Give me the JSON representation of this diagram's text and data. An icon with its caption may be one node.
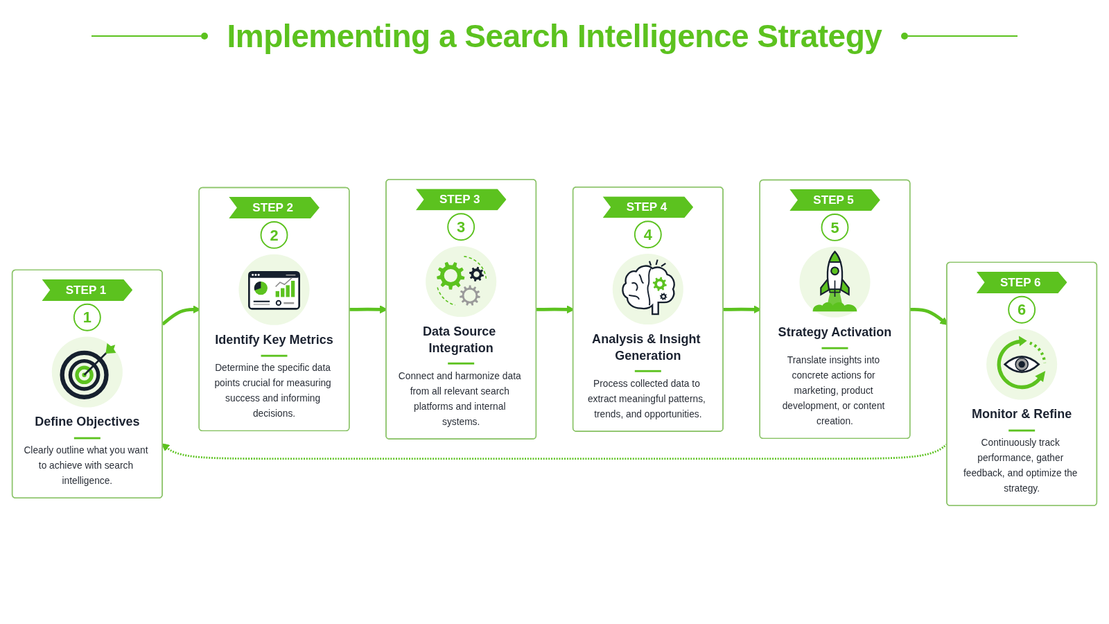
{
  "diagram": {
    "title": "Implementing a Search Intelligence Strategy",
    "nodes": [
      {
        "text": [
          "STEP 1",
          "1",
          "Define Objectives",
          "Clearly outline what you want to achieve with search intelligence."
        ]
      },
      {
        "text": [
          "STEP 2",
          "2",
          "Identify Key Metrics",
          "Determine the specific data points crucial for measuring success and informing decisions."
        ]
      },
      {
        "text": [
          "STEP 3",
          "3",
          "Data Source Integration",
          "Connect and harmonize data from all relevant search platforms and internal systems."
        ]
      },
      {
        "text": [
          "STEP 4",
          "4",
          "Analysis & Insight Generation",
          "Process collected data to extract meaningful patterns, trends, and opportunities."
        ]
      },
      {
        "text": [
          "STEP 5",
          "5",
          "Strategy Activation",
          "Translate insights into concrete actions for marketing, product development, or content creation."
        ]
      },
      {
        "text": [
          "STEP 6",
          "6",
          "Monitor & Refine",
          "Continuously track performance, gather feedback, and optimize the strategy."
        ]
      }
    ],
    "edges": [
      {
        "from": 0,
        "to": 1,
        "arrow": "to"
      },
      {
        "from": 1,
        "to": 2,
        "arrow": "to"
      },
      {
        "from": 2,
        "to": 3,
        "arrow": "to"
      },
      {
        "from": 3,
        "to": 4,
        "arrow": "to"
      },
      {
        "from": 4,
        "to": 5,
        "arrow": "to"
      },
      {
        "from": 5,
        "to": 0,
        "arrow": "to",
        "style": "dashed"
      }
    ]
  }
}
